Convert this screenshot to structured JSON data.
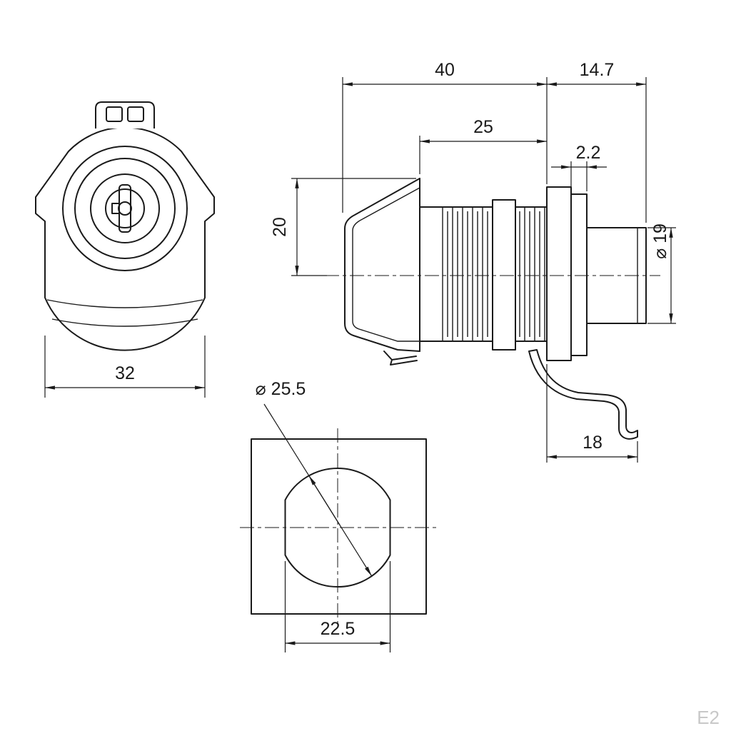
{
  "colors": {
    "line": "#1a1a1a",
    "watermark": "#c8c8c8",
    "background": "#ffffff"
  },
  "views": {
    "front": {
      "dims": {
        "body_width": "32"
      }
    },
    "side": {
      "dims": {
        "overall_length": "40",
        "head_length": "14.7",
        "thread_length": "25",
        "washer_thickness": "2.2",
        "cap_depth": "20",
        "button_diameter": "⌀ 19",
        "latch_reach": "18"
      }
    },
    "cutout": {
      "dims": {
        "hole_diameter": "⌀ 25.5",
        "hole_width": "22.5"
      }
    }
  },
  "watermark": "E2"
}
